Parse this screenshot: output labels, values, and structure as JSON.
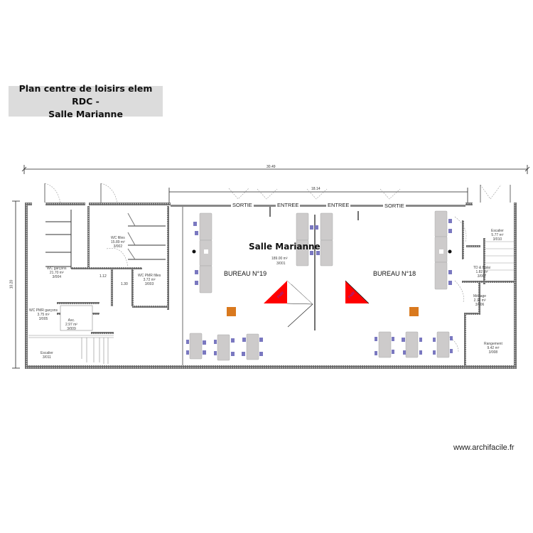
{
  "title": {
    "line1": "Plan centre de loisirs elem RDC -",
    "line2": "Salle Marianne"
  },
  "dimensions": {
    "overall_width": "30.49",
    "hall_width": "18.14",
    "overall_height": "10.20",
    "small_1": "1.12",
    "small_2": "1.30"
  },
  "doors": [
    "SORTIE",
    "ENTREE",
    "ENTREE",
    "SORTIE"
  ],
  "main_room": {
    "name": "Salle Marianne",
    "area": "189.00 m²",
    "code": "3/001",
    "zones": [
      "BUREAU N°19",
      "BUREAU N°18"
    ]
  },
  "rooms": [
    {
      "name": "WC filles",
      "area": "15.89 m²",
      "code": "3/002"
    },
    {
      "name": "WC garçons",
      "area": "21.70 m²",
      "code": "3/004"
    },
    {
      "name": "WC PMR filles",
      "area": "3.72 m²",
      "code": "3/003"
    },
    {
      "name": "WC PMR garçons",
      "area": "3.75 m²",
      "code": "3/005"
    },
    {
      "name": "Asc.",
      "area": "2.97 m²",
      "code": "3/009"
    },
    {
      "name": "Escalier",
      "area": "",
      "code": "3/011"
    },
    {
      "name": "Escalier",
      "area": "5.77 m²",
      "code": "3/010"
    },
    {
      "name": "TD & Balai",
      "area": "1.82 m²",
      "code": "3/007"
    },
    {
      "name": "Ménage",
      "area": "2.10 m²",
      "code": "3/006"
    },
    {
      "name": "Rangement",
      "area": "9.42 m²",
      "code": "3/008"
    }
  ],
  "colors": {
    "title_bg": "#dcdcdc",
    "table": "#cdcbcb",
    "chair": "#7a78c0",
    "triangle": "#ff0000",
    "marker": "#d9791e",
    "wall": "#555555"
  },
  "footer": {
    "watermark": "www.archifacile.fr"
  }
}
